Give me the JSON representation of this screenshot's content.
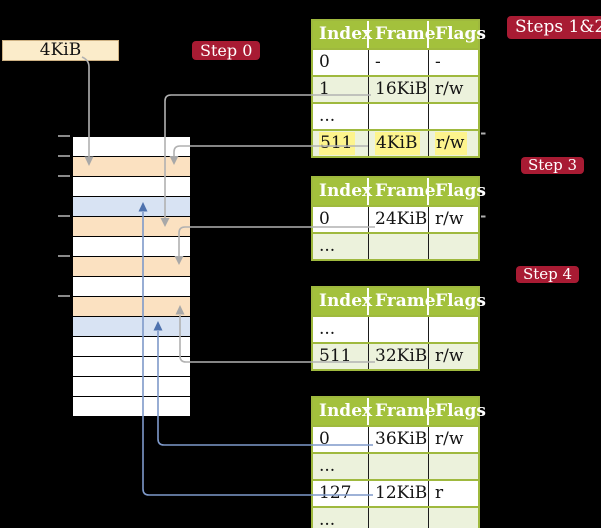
{
  "pointer_box": {
    "label": "4KiB"
  },
  "steps": {
    "step0": "Step 0",
    "steps12": "Steps 1&2",
    "step3": "Step 3",
    "step4": "Step 4"
  },
  "memory": {
    "row_types": [
      "free",
      "table",
      "free",
      "page",
      "table",
      "free",
      "table",
      "free",
      "table",
      "page",
      "free",
      "free",
      "free",
      "free"
    ],
    "tick_y": [
      135,
      155,
      175,
      215,
      255,
      295
    ]
  },
  "tables": [
    {
      "id": "t1",
      "name": "root-page-table",
      "headers": [
        "Index",
        "Frame",
        "Flags"
      ],
      "rows": [
        {
          "cells": [
            "0",
            "-",
            "-"
          ],
          "highlight": false
        },
        {
          "cells": [
            "1",
            "16KiB",
            "r/w"
          ],
          "highlight": false
        },
        {
          "cells": [
            "...",
            "",
            ""
          ],
          "highlight": false
        },
        {
          "cells": [
            "511",
            "4KiB",
            "r/w"
          ],
          "highlight": true
        }
      ]
    },
    {
      "id": "t2",
      "name": "level2-page-table",
      "headers": [
        "Index",
        "Frame",
        "Flags"
      ],
      "rows": [
        {
          "cells": [
            "0",
            "24KiB",
            "r/w"
          ],
          "highlight": false
        },
        {
          "cells": [
            "...",
            "",
            ""
          ],
          "highlight": false
        }
      ]
    },
    {
      "id": "t3",
      "name": "level3-page-table",
      "headers": [
        "Index",
        "Frame",
        "Flags"
      ],
      "rows": [
        {
          "cells": [
            "...",
            "",
            ""
          ],
          "highlight": false
        },
        {
          "cells": [
            "511",
            "32KiB",
            "r/w"
          ],
          "highlight": false
        }
      ]
    },
    {
      "id": "t4",
      "name": "leaf-page-table",
      "headers": [
        "Index",
        "Frame",
        "Flags"
      ],
      "rows": [
        {
          "cells": [
            "0",
            "36KiB",
            "r/w"
          ],
          "highlight": false
        },
        {
          "cells": [
            "...",
            "",
            ""
          ],
          "highlight": false
        },
        {
          "cells": [
            "127",
            "12KiB",
            "r"
          ],
          "highlight": false
        },
        {
          "cells": [
            "...",
            "",
            ""
          ],
          "highlight": false
        }
      ]
    }
  ],
  "colors": {
    "background": "#000000",
    "pointer_box_fill": "#FBECCA",
    "pointer_box_border": "#CDB183",
    "step_label_bg": "#A81B33",
    "step_label_text": "#FFFFFF",
    "memory_free": "#FFFFFF",
    "memory_pagetable": "#FBE1C1",
    "memory_datapage": "#D8E3F3",
    "table_header_bg": "#A3C13C",
    "table_header_text": "#FFFFFF",
    "table_border": "#9FB93E",
    "table_alt_row": "#ECF2DC",
    "highlight_yellow": "#FDF48D",
    "gray_arrow": "#B1B1B1",
    "blue_arrow": "#7E99CA"
  }
}
